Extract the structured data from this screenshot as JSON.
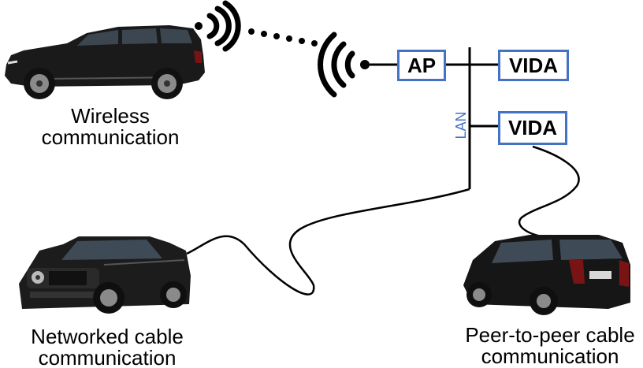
{
  "nodes": {
    "ap": "AP",
    "vida_top": "VIDA",
    "vida_bottom": "VIDA",
    "lan": "LAN"
  },
  "captions": {
    "wireless_line1": "Wireless",
    "wireless_line2": "communication",
    "networked_line1": "Networked cable",
    "networked_line2": "communication",
    "p2p_line1": "Peer-to-peer cable",
    "p2p_line2": "communication"
  },
  "icons": {
    "wireless_car": "suv-side-view-icon",
    "networked_car": "suv-front-view-icon",
    "p2p_car": "suv-rear-view-icon",
    "car_signal": "wifi-signal-icon",
    "ap_signal": "wifi-signal-icon"
  },
  "colors": {
    "box_border": "#4472c4",
    "lan_text": "#4472c4",
    "car_body": "#1a1a1a"
  }
}
